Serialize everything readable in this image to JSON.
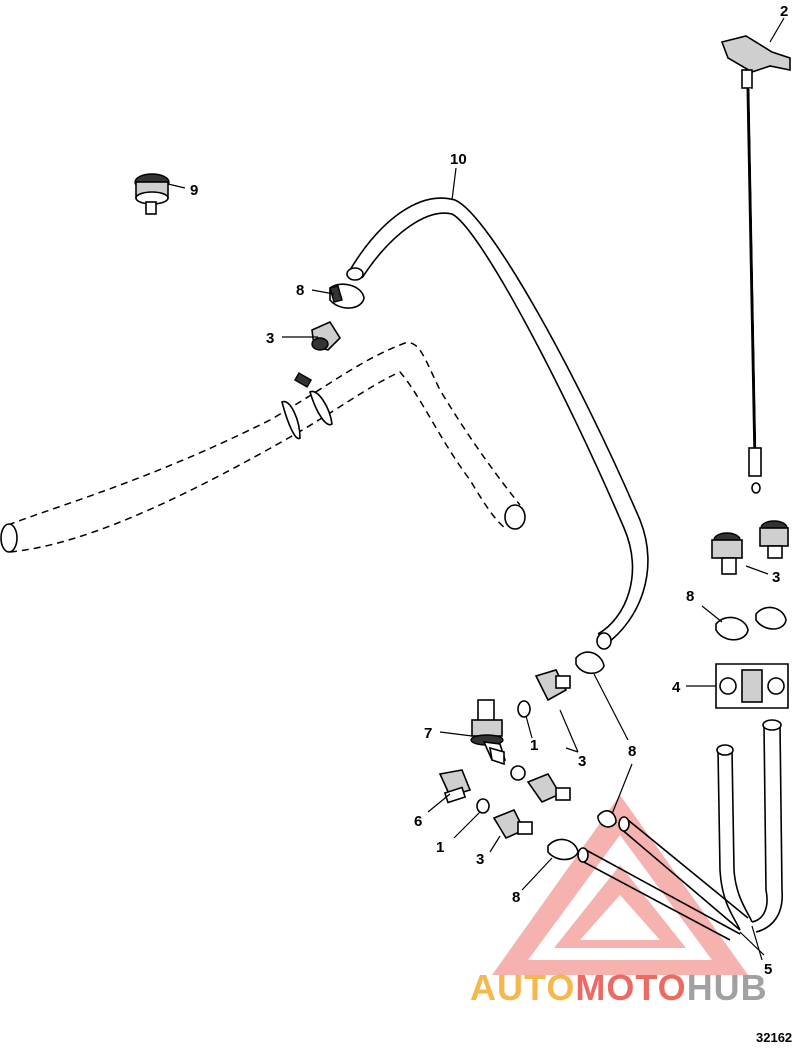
{
  "labels": {
    "l1a": "1",
    "l1b": "1",
    "l2": "2",
    "l3a": "3",
    "l3b": "3",
    "l3c": "3",
    "l3d": "3",
    "l4": "4",
    "l5": "5",
    "l6": "6",
    "l7": "7",
    "l8a": "8",
    "l8b": "8",
    "l8c": "8",
    "l8d": "8",
    "l9": "9",
    "l10": "10"
  },
  "figure_number": "32162",
  "watermark": {
    "part1": "AUTO",
    "part2": "MOTO",
    "part3": "HUB",
    "color_orange": "#f5a623",
    "color_red": "#e8463c",
    "color_gray": "#8a8a8a"
  }
}
